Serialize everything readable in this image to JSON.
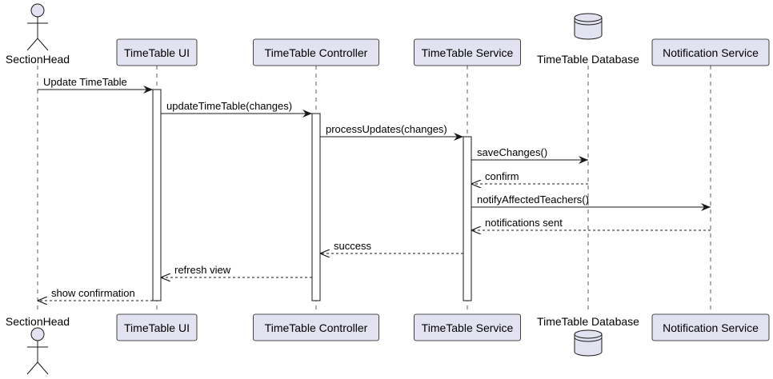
{
  "colors": {
    "participant_fill": "#E2E2F0",
    "participant_border": "#181818",
    "lifeline": "#181818",
    "activation_fill": "#FFFFFF",
    "arrow": "#181818"
  },
  "participants": [
    {
      "id": "sectionhead",
      "label": "SectionHead",
      "kind": "actor"
    },
    {
      "id": "ui",
      "label": "TimeTable UI",
      "kind": "box"
    },
    {
      "id": "controller",
      "label": "TimeTable Controller",
      "kind": "box"
    },
    {
      "id": "service",
      "label": "TimeTable Service",
      "kind": "box"
    },
    {
      "id": "database",
      "label": "TimeTable Database",
      "kind": "database"
    },
    {
      "id": "notification",
      "label": "Notification Service",
      "kind": "box"
    }
  ],
  "messages": [
    {
      "from": "sectionhead",
      "to": "ui",
      "label": "Update TimeTable",
      "style": "sync"
    },
    {
      "from": "ui",
      "to": "controller",
      "label": "updateTimeTable(changes)",
      "style": "sync"
    },
    {
      "from": "controller",
      "to": "service",
      "label": "processUpdates(changes)",
      "style": "sync"
    },
    {
      "from": "service",
      "to": "database",
      "label": "saveChanges()",
      "style": "sync"
    },
    {
      "from": "database",
      "to": "service",
      "label": "confirm",
      "style": "return"
    },
    {
      "from": "service",
      "to": "notification",
      "label": "notifyAffectedTeachers()",
      "style": "sync"
    },
    {
      "from": "notification",
      "to": "service",
      "label": "notifications sent",
      "style": "return"
    },
    {
      "from": "service",
      "to": "controller",
      "label": "success",
      "style": "return"
    },
    {
      "from": "controller",
      "to": "ui",
      "label": "refresh view",
      "style": "return"
    },
    {
      "from": "ui",
      "to": "sectionhead",
      "label": "show confirmation",
      "style": "return"
    }
  ]
}
